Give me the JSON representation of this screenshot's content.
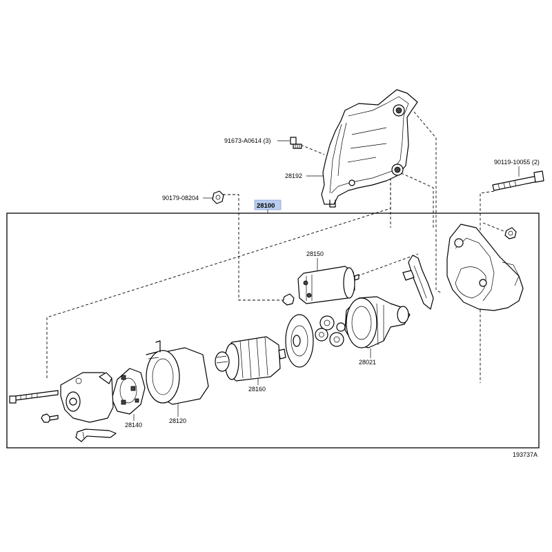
{
  "diagram": {
    "highlight_color": "#b8cdf0",
    "drawing_number": "193737A",
    "assembly_label": "28100",
    "parts": [
      {
        "id": "p91673",
        "label": "91673-A0614 (3)"
      },
      {
        "id": "p28192",
        "label": "28192"
      },
      {
        "id": "p90179",
        "label": "90179-08204"
      },
      {
        "id": "p90119",
        "label": "90119-10055 (2)"
      },
      {
        "id": "p28150",
        "label": "28150"
      },
      {
        "id": "p28021",
        "label": "28021"
      },
      {
        "id": "p28160",
        "label": "28160"
      },
      {
        "id": "p28140",
        "label": "28140"
      },
      {
        "id": "p28120",
        "label": "28120"
      }
    ]
  }
}
